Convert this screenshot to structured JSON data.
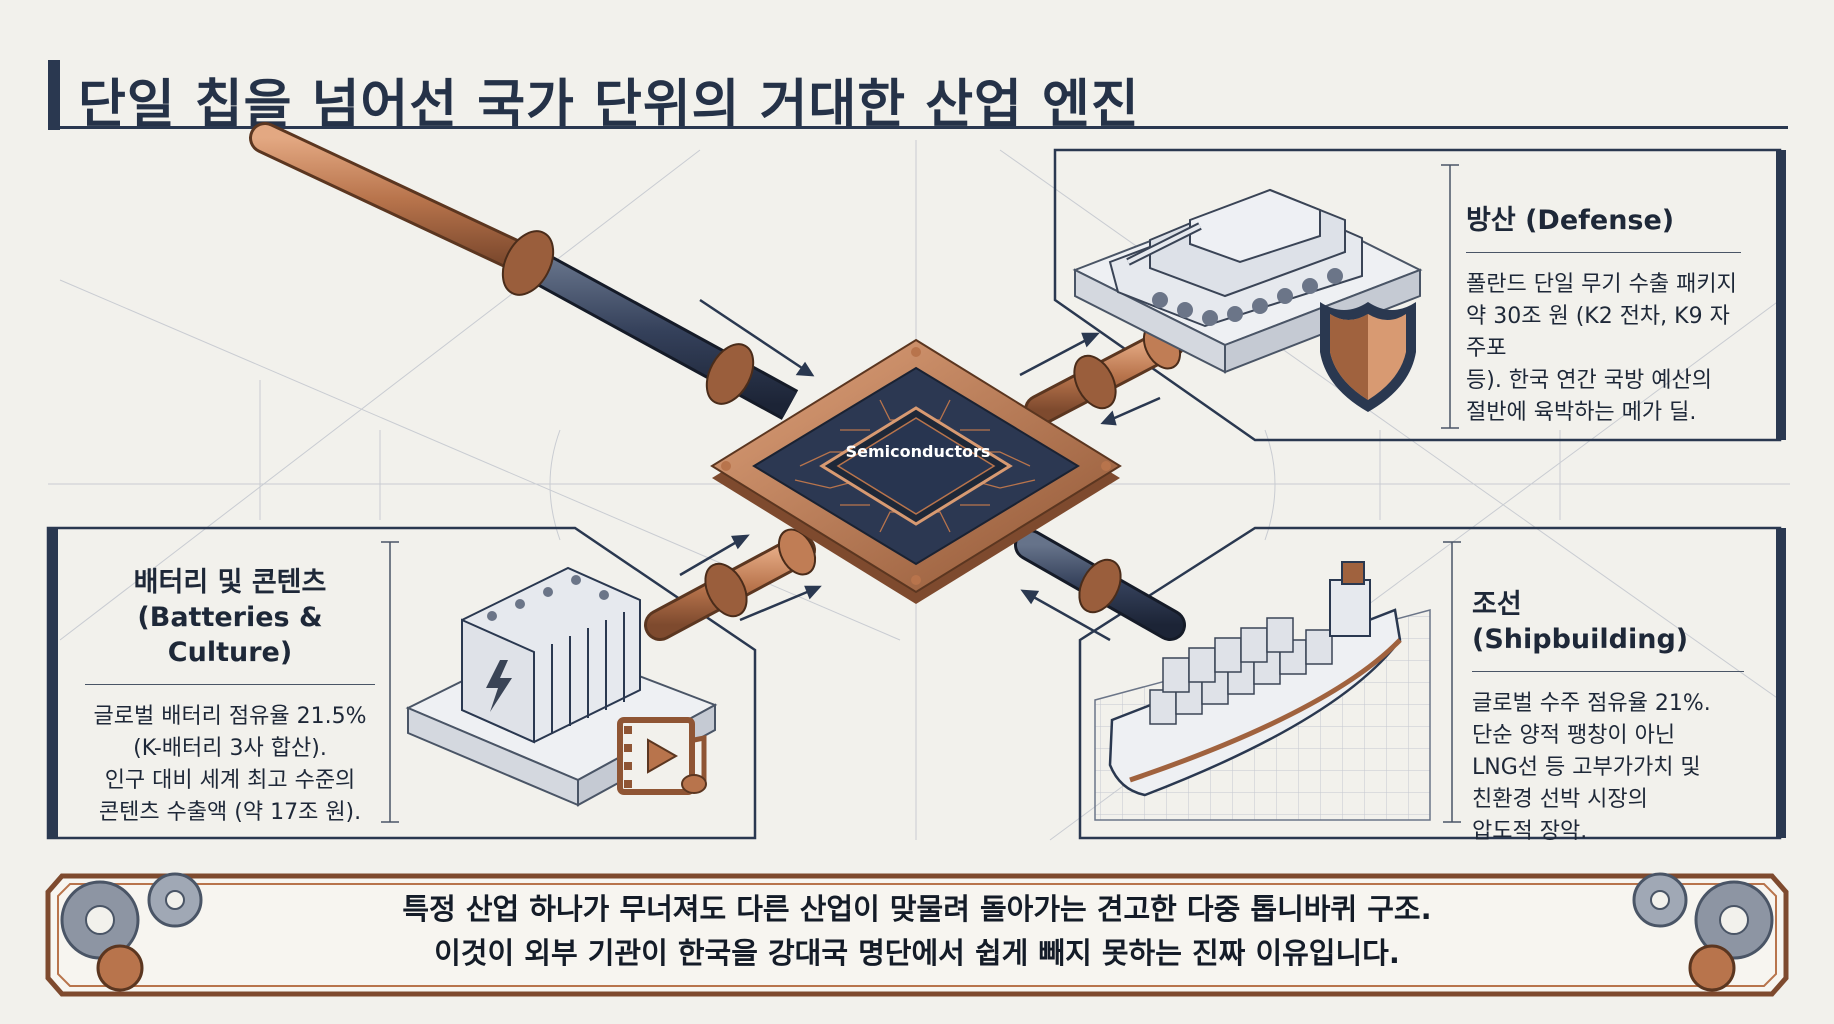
{
  "title": "단일 칩을 넘어선 국가 단위의 거대한 산업 엔진",
  "center": {
    "chip_label": "Semiconductors"
  },
  "panels": {
    "defense": {
      "heading": "방산 (Defense)",
      "body": "폴란드 단일 무기 수출 패키지\n약 30조 원 (K2 전차, K9 자주포\n등). 한국 연간 국방 예산의\n절반에 육박하는 메가 딜."
    },
    "shipbuilding": {
      "heading": "조선 (Shipbuilding)",
      "body": "글로벌 수주 점유율 21%.\n단순 양적 팽창이 아닌\nLNG선 등 고부가가치 및\n친환경 선박 시장의\n압도적 장악."
    },
    "battery": {
      "heading": "배터리 및 콘텐츠\n(Batteries & Culture)",
      "body": "글로벌 배터리 점유율 21.5%\n(K-배터리 3사 합산).\n인구 대비 세계 최고 수준의\n콘텐츠 수출액 (약 17조 원)."
    }
  },
  "banner": {
    "text": "특정 산업 하나가 무너져도 다른 산업이 맞물려 돌아가는 견고한 다중 톱니바퀴 구조.\n이것이 외부 기관이 한국을 강대국 명단에서 쉽게 빼지 못하는 진짜 이유입니다."
  },
  "icons": [
    "tank-icon",
    "shield-icon",
    "ship-icon",
    "battery-icon",
    "media-icon",
    "gear-icon",
    "chip-icon"
  ],
  "colors": {
    "navy": "#2a3850",
    "copper": "#b8744c",
    "copper_light": "#d89a72",
    "background": "#f2f1ec"
  }
}
